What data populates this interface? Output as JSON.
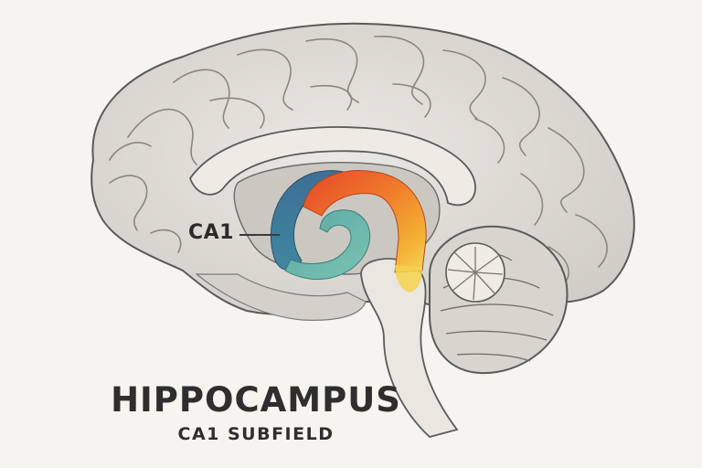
{
  "diagram": {
    "structure_label": "CA1",
    "title": "HIPPOCAMPUS",
    "subtitle": "CA1 SUBFIELD"
  },
  "colors": {
    "background": "#f6f4ef",
    "cortex": "#d9d6d0",
    "outline": "#5a5a5a",
    "ca1_blue": "#3a7796",
    "teal": "#5fa8a4",
    "red": "#e5452a",
    "orange": "#f08a2a",
    "yellow": "#f4c53a"
  },
  "icons": [
    "brain-sagittal-illustration",
    "cerebellum-illustration",
    "brainstem-illustration"
  ]
}
